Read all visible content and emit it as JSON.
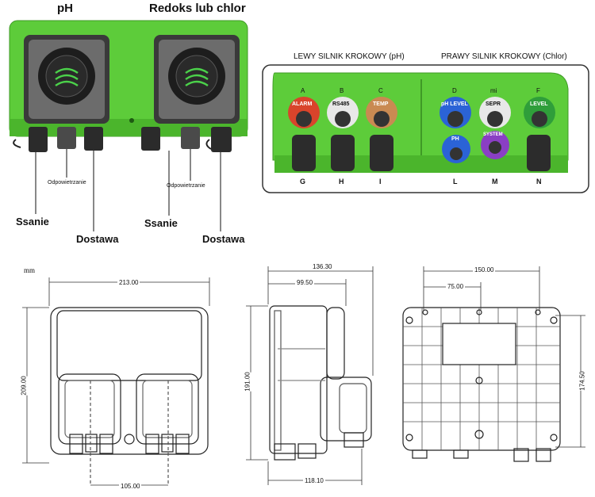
{
  "pump": {
    "title_ph": "pH",
    "title_redox": "Redoks lub chlor",
    "left": {
      "vent": "Odpowietrzanie",
      "suction": "Ssanie",
      "delivery": "Dostawa"
    },
    "right": {
      "vent": "Odpowietrzanie",
      "suction": "Ssanie",
      "delivery": "Dostawa"
    }
  },
  "connectors": {
    "left_motor": "LEWY SILNIK KROKOWY (pH)",
    "right_motor": "PRAWY SILNIK KROKOWY (Chlor)",
    "top_letters": [
      "A",
      "B",
      "C",
      "D",
      "mi",
      "F"
    ],
    "bottom_letters": [
      "G",
      "H",
      "I",
      "L",
      "M",
      "N"
    ],
    "labels": {
      "alarm": "ALARM",
      "rs485": "RS485",
      "temp": "TEMP",
      "ph_level": "pH LEVEL",
      "sepr": "SEPR",
      "level": "LEVEL",
      "ph": "PH",
      "system": "SYSTEM"
    },
    "colors": {
      "green": "#5dcc3a",
      "alarm": "#d9442b",
      "temp": "#c98a52",
      "ph_blue": "#2b63d6",
      "system": "#8a3fc4",
      "level": "#2f9e3a"
    }
  },
  "drawings": {
    "unit": "mm",
    "front": {
      "width": "213.00",
      "height": "209.00",
      "bottom": "105.00"
    },
    "side": {
      "depth": "136.30",
      "inner": "99.50",
      "height": "191.00",
      "bottom": "118.10"
    },
    "back": {
      "width": "150.00",
      "half": "75.00",
      "height": "174.50"
    }
  }
}
